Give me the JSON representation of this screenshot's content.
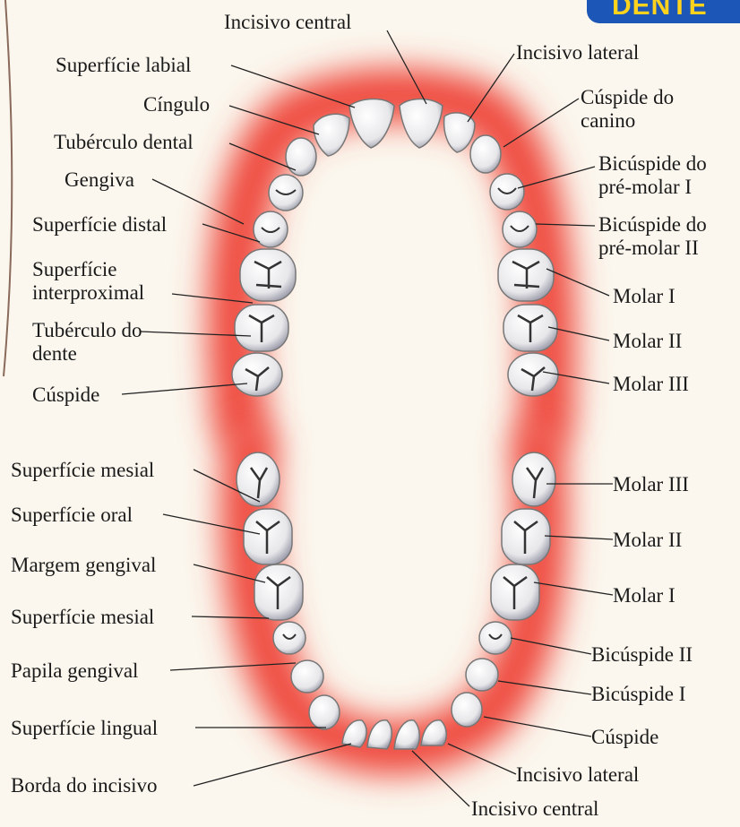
{
  "banner": {
    "text": "DENTE"
  },
  "upper_left_labels": [
    "Incisivo central",
    "Superfície labial",
    "Cíngulo",
    "Tubérculo dental",
    "Gengiva",
    "Superfície distal",
    "Superfície interproximal",
    "Tubérculo do dente",
    "Cúspide"
  ],
  "upper_right_labels": [
    "Incisivo lateral",
    "Cúspide do canino",
    "Bicúspide do pré-molar I",
    "Bicúspide do pré-molar II",
    "Molar I",
    "Molar II",
    "Molar III"
  ],
  "lower_left_labels": [
    "Superfície mesial",
    "Superfície oral",
    "Margem gengival",
    "Superfície mesial",
    "Papila gengival",
    "Superfície lingual",
    "Borda do incisivo"
  ],
  "lower_right_labels": [
    "Molar III",
    "Molar II",
    "Molar I",
    "Bicúspide II",
    "Bicúspide I",
    "Cúspide",
    "Incisivo lateral",
    "Incisivo central"
  ],
  "colors": {
    "gum_glow": "#ef4a3c",
    "background": "#fbf7ee",
    "tooth_fill": "#f4f4f4",
    "tooth_shadow": "#9a9aa6",
    "banner": "#1c57b8",
    "banner_text": "#ffd21c"
  }
}
